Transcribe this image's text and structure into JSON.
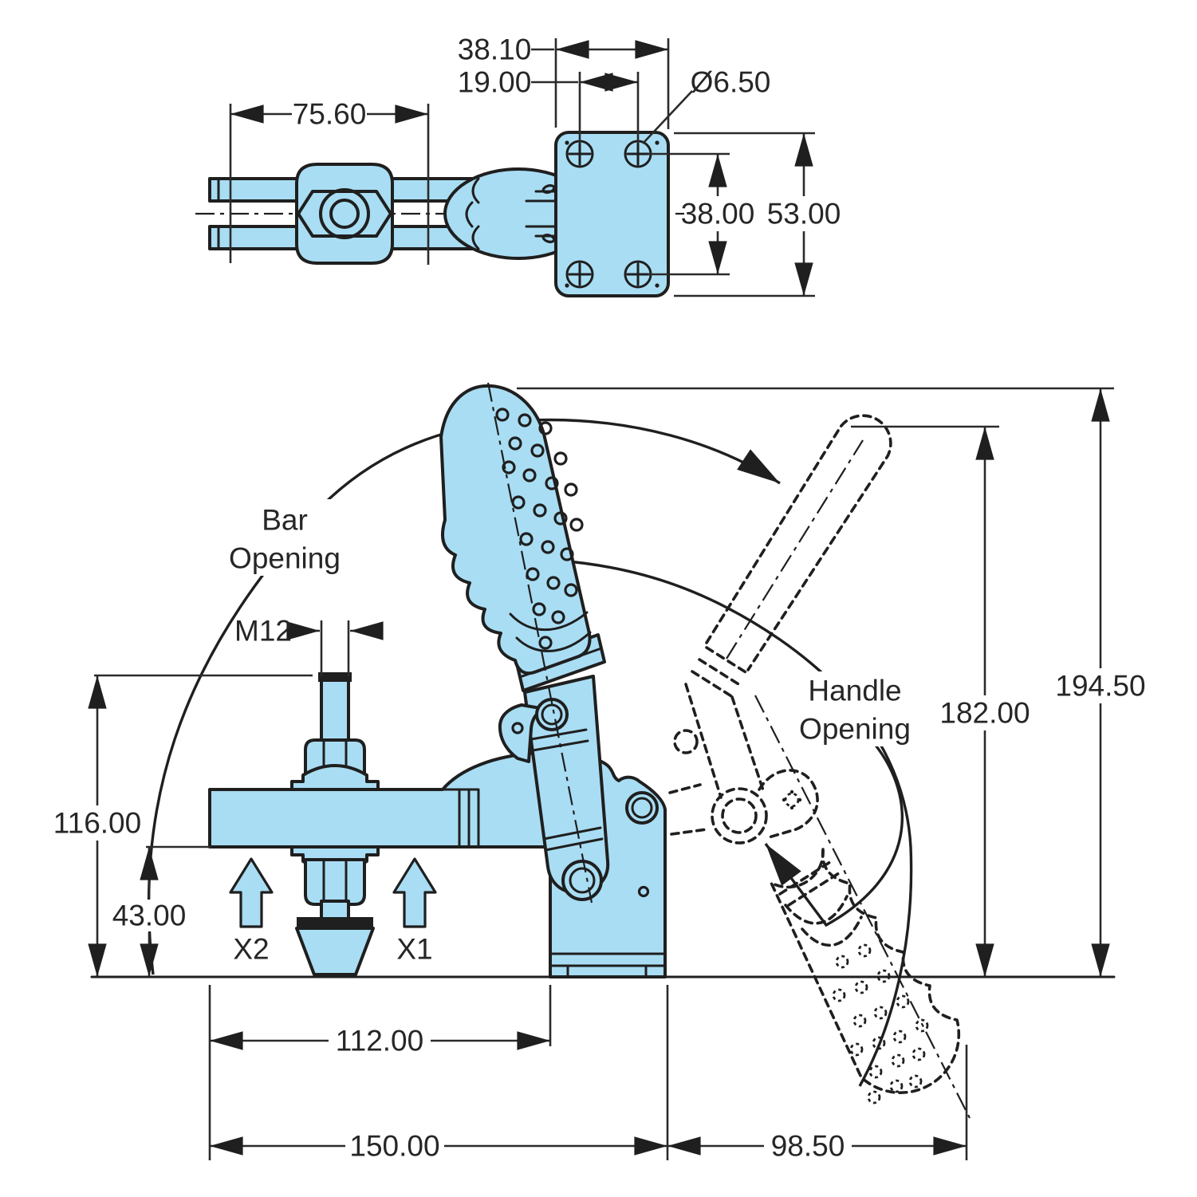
{
  "drawing": {
    "type": "engineering-dimension-drawing",
    "subject": "vertical toggle clamp, top view and front view with open-handle phantom position"
  },
  "colors": {
    "part_fill": "#A9DDF3",
    "outline": "#1F1F1F",
    "dimension": "#2B2B2B",
    "background": "#FFFFFF"
  },
  "top_view": {
    "dim_plate_hole_span": "38.10",
    "dim_hole_spacing": "19.00",
    "dim_hole_diameter": "Ø6.50",
    "dim_bar_length": "75.60",
    "dim_hole_row_spacing": "38.00",
    "dim_plate_height": "53.00"
  },
  "front_view": {
    "label_bar_opening_line1": "Bar",
    "label_bar_opening_line2": "Opening",
    "label_handle_opening_line1": "Handle",
    "label_handle_opening_line2": "Opening",
    "dim_spindle_thread": "M12",
    "dim_spindle_top_height": "116.00",
    "dim_under_bar_clearance": "43.00",
    "label_clamp_point_2": "X2",
    "label_clamp_point_1": "X1",
    "dim_bar_reach": "112.00",
    "dim_overall_reach": "150.00",
    "dim_handle_reach": "98.50",
    "dim_open_handle_height": "182.00",
    "dim_overall_height": "194.50"
  }
}
